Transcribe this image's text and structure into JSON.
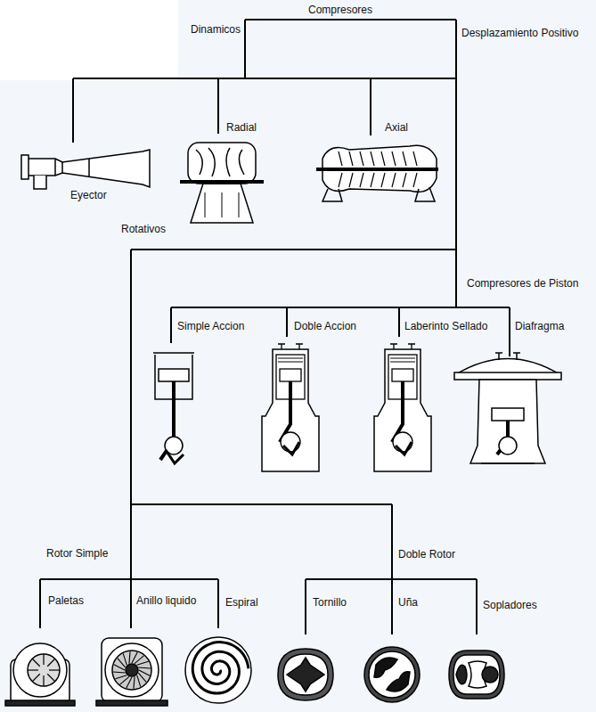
{
  "diagram": {
    "labels": [
      "Compresores",
      "Dinamicos",
      "Desplazamiento Positivo",
      "Radial",
      "Axial",
      "Eyector",
      "Rotativos",
      "Compresores de Piston",
      "Simple Accion",
      "Doble Accion",
      "Laberinto Sellado",
      "Diafragma",
      "Rotor Simple",
      "Doble Rotor",
      "Paletas",
      "Anillo liquido",
      "Espiral",
      "Tornillo",
      "Uña",
      "Sopladores"
    ]
  }
}
